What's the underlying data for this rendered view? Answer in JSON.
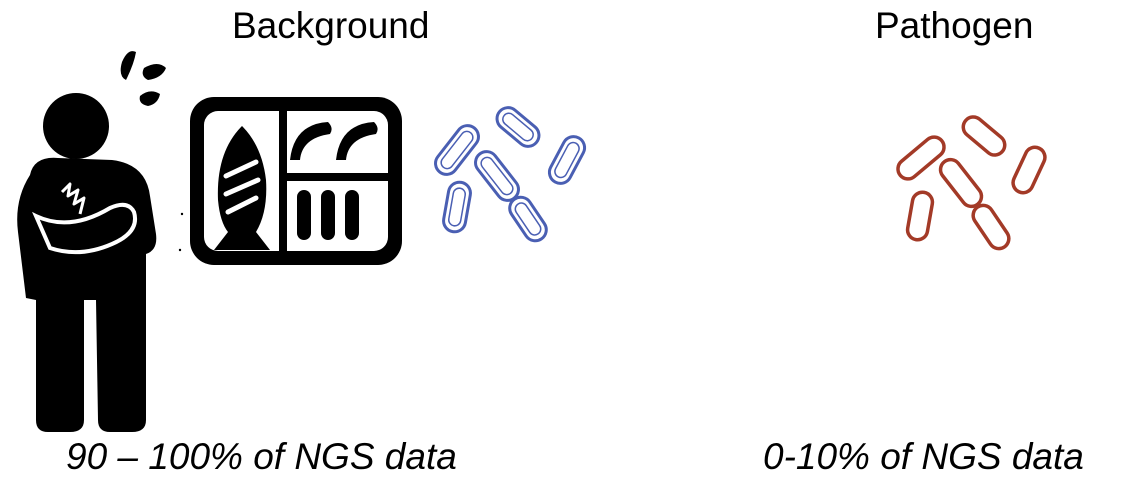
{
  "background": {
    "heading": "Background",
    "caption": "90 – 100% of NGS data",
    "icons": [
      "sick-person-icon",
      "food-tray-icon",
      "bacteria-icon"
    ],
    "bacteria_color": "#4a5fb3"
  },
  "pathogen": {
    "heading": "Pathogen",
    "caption": "0-10% of NGS data",
    "icons": [
      "bacteria-icon"
    ],
    "bacteria_color": "#a33a27"
  }
}
